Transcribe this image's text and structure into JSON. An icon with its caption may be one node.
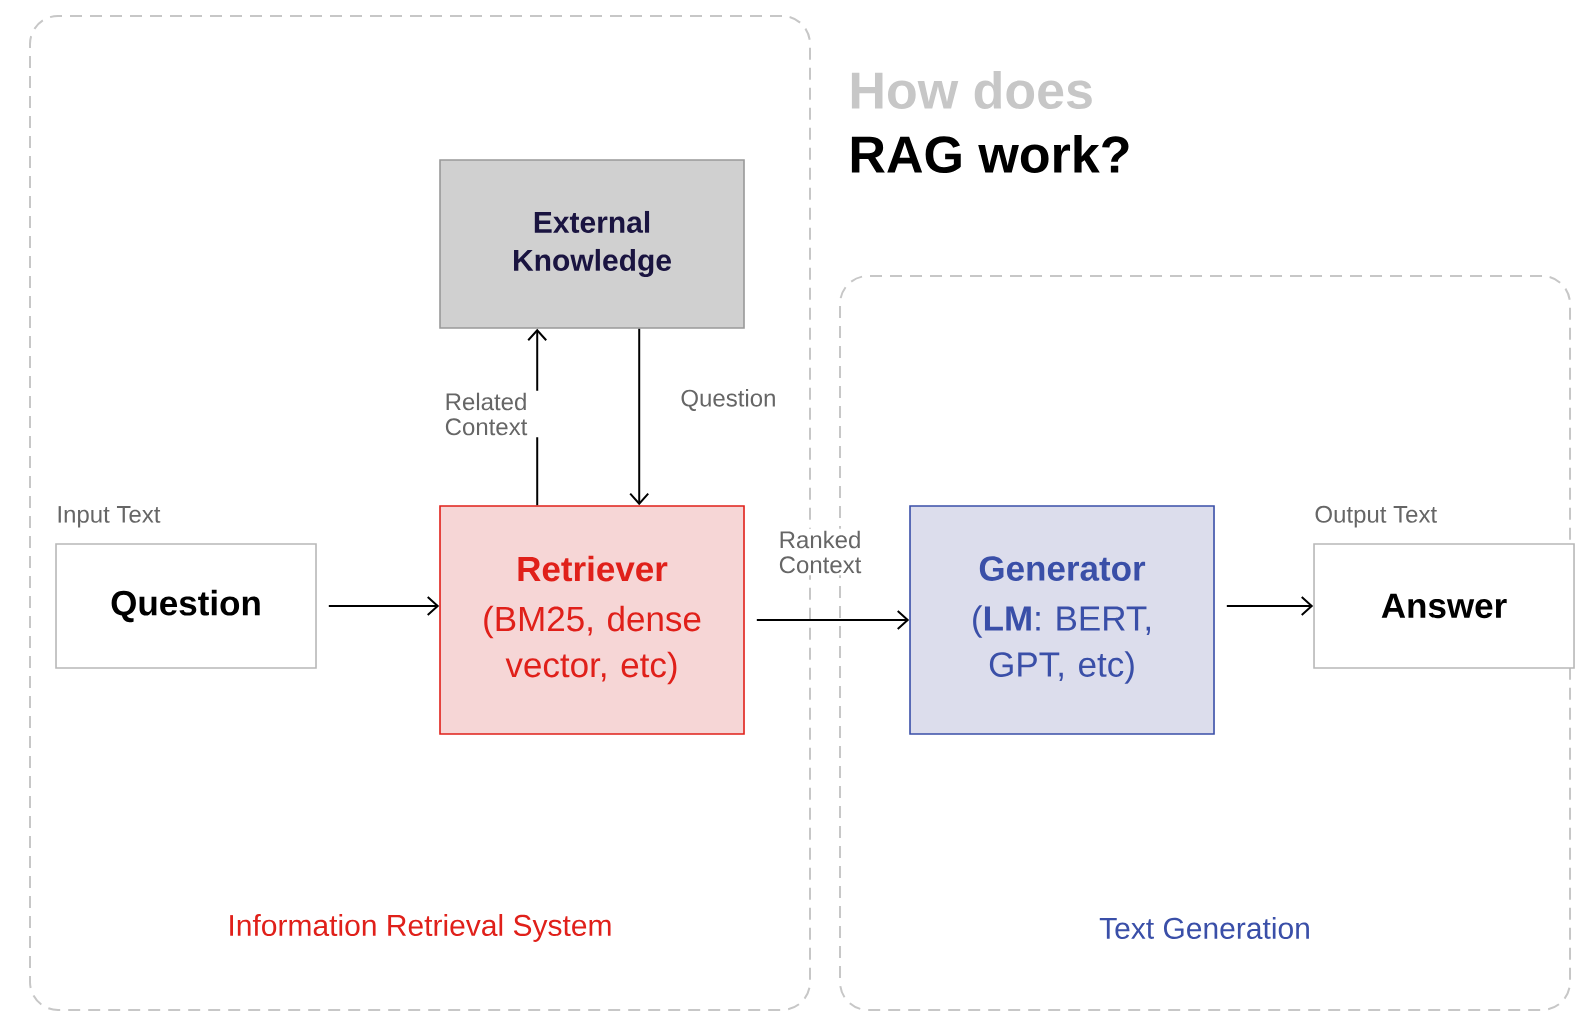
{
  "diagram": {
    "nodes": [
      {
        "text": [
          "Information Retrieval System"
        ]
      },
      {
        "text": [
          "External Knowledge"
        ],
        "in": 0
      },
      {
        "text": [
          "Question"
        ],
        "beside": [
          "Input Text"
        ],
        "in": 0
      },
      {
        "text": [
          "Retriever",
          "(BM25, dense vector, etc)"
        ],
        "in": 0
      },
      {
        "text": [
          "Text Generation"
        ]
      },
      {
        "text": [
          "Generator",
          "(**LM**: BERT, GPT, etc)"
        ],
        "in": 4
      },
      {
        "text": [
          "Answer"
        ],
        "beside": [
          "Output Text"
        ],
        "in": 4
      }
    ],
    "edges": [
      {
        "from": 2,
        "to": 3,
        "arrow": "to"
      },
      {
        "from": 3,
        "to": 1,
        "arrow": "to",
        "label": "Related Context"
      },
      {
        "from": 1,
        "to": 3,
        "arrow": "to",
        "label": "Question"
      },
      {
        "from": 3,
        "to": 5,
        "arrow": "to",
        "label": "Ranked Context"
      },
      {
        "from": 5,
        "to": 6,
        "arrow": "to"
      }
    ],
    "labels": [
      "How does",
      "RAG work?"
    ]
  }
}
